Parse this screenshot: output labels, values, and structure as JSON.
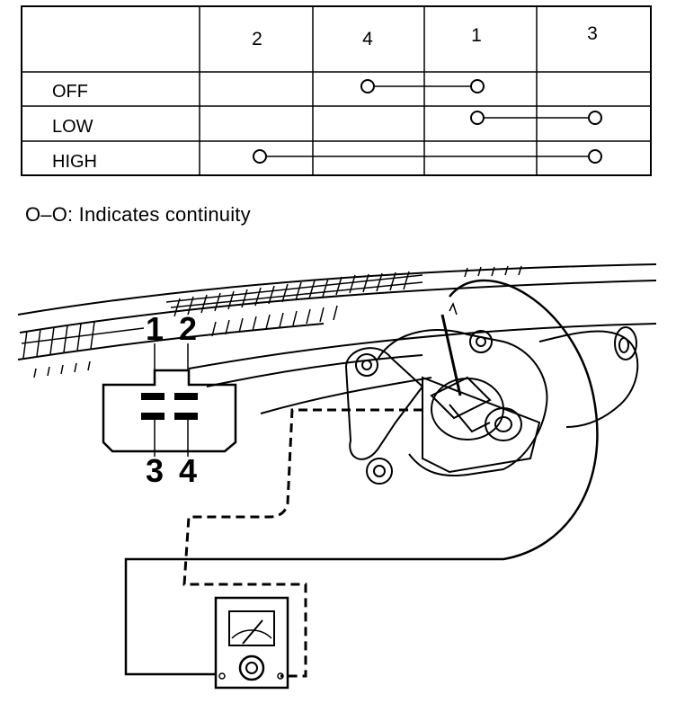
{
  "table": {
    "columns": [
      "2",
      "4",
      "1",
      "3"
    ],
    "rows": [
      {
        "label": "OFF",
        "connections": [
          "4",
          "1"
        ]
      },
      {
        "label": "LOW",
        "connections": [
          "1",
          "3"
        ]
      },
      {
        "label": "HIGH",
        "connections": [
          "2",
          "3"
        ]
      }
    ]
  },
  "legend": {
    "text": "O–O: Indicates continuity"
  },
  "connector": {
    "top_pins": [
      "1",
      "2"
    ],
    "bottom_pins": [
      "3",
      "4"
    ]
  }
}
